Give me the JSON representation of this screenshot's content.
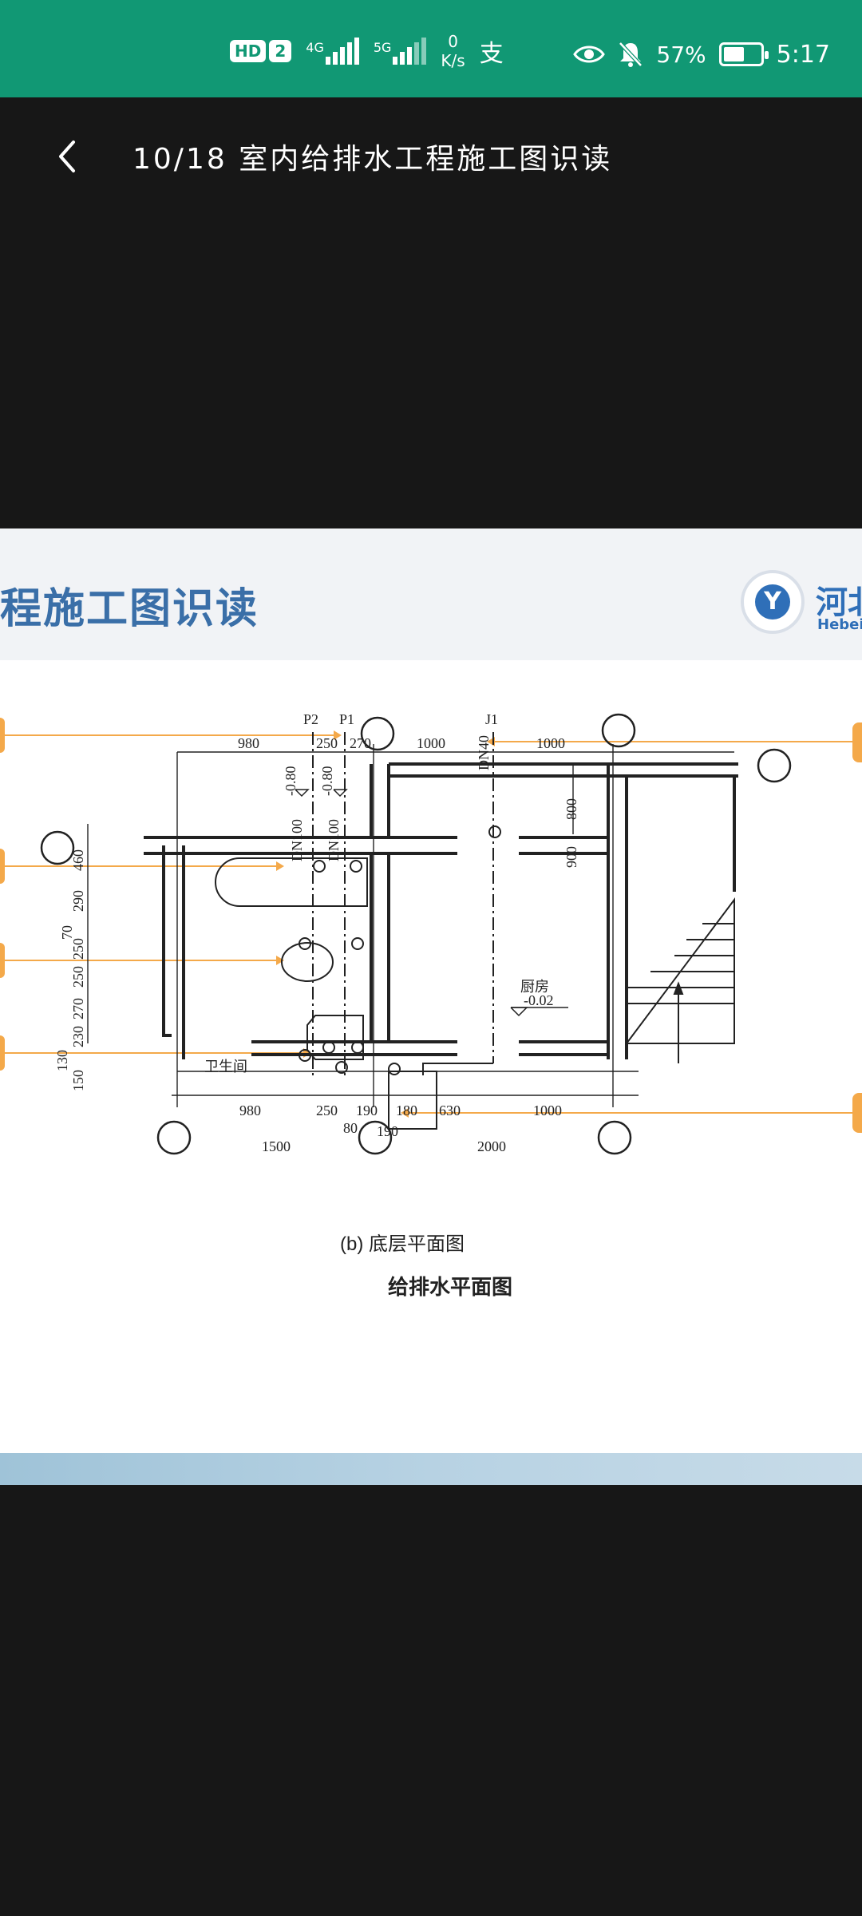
{
  "status_bar": {
    "hd_badge": "HD",
    "sim_badge": "2",
    "sig1_label": "4G",
    "sig2_label": "5G",
    "speed_value": "0",
    "speed_unit": "K/s",
    "notif_glyph": "支",
    "battery_percent": "57%",
    "battery_level": 0.57,
    "time": "5:17",
    "bg_color": "#119874"
  },
  "app_bar": {
    "title": "10/18 室内给排水工程施工图识读"
  },
  "slide": {
    "title": "程施工图识读",
    "logo_text": "河北",
    "logo_sub": "Hebei",
    "plan": {
      "pipe_labels": [
        "P2",
        "P1",
        "J1"
      ],
      "pipe_specs": [
        "DN100",
        "DN100",
        "DN40"
      ],
      "pipe_elevs": [
        "-0.80",
        "-0.80"
      ],
      "top_dims": [
        "980",
        "250",
        "270",
        "1000",
        "1000"
      ],
      "right_dims": [
        "800",
        "900"
      ],
      "left_dims": [
        "460",
        "290",
        "70",
        "250",
        "250",
        "270",
        "230",
        "130",
        "150"
      ],
      "bottom_dims": [
        "980",
        "250",
        "190",
        "180",
        "630",
        "1000"
      ],
      "bottom_dims2": [
        "80",
        "190"
      ],
      "total_dims": [
        "1500",
        "2000"
      ],
      "room_kitchen": "厨房",
      "room_bath": "卫生间",
      "floor_elev": "-0.02",
      "caption": "(b) 底层平面图",
      "subtitle": "给排水平面图"
    }
  }
}
